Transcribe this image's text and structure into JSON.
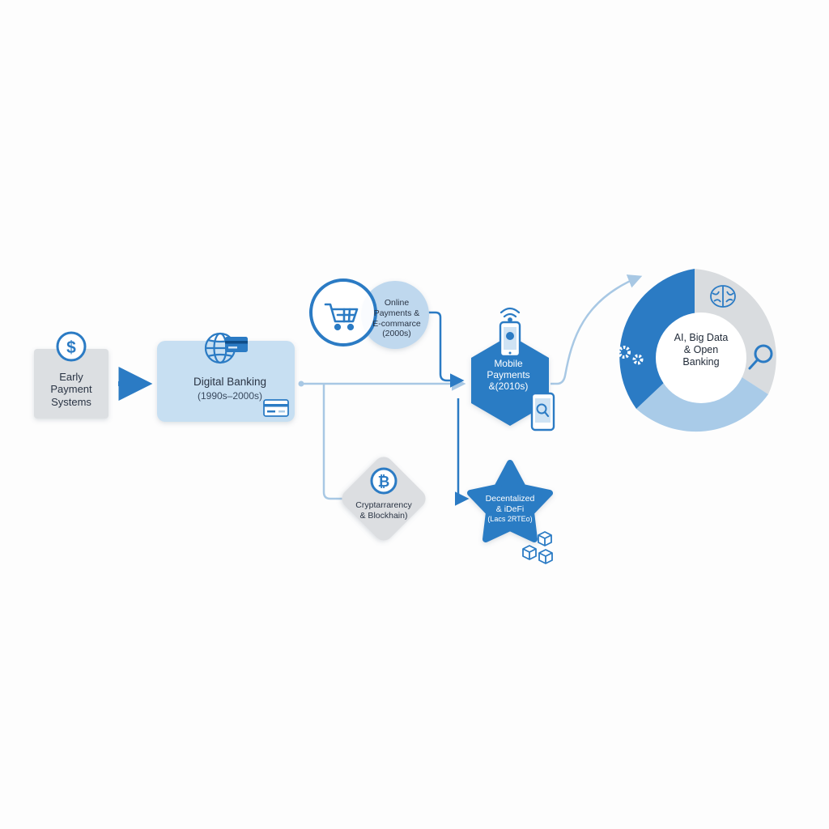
{
  "stages": {
    "early": {
      "lines": [
        "Early",
        "Payment",
        "Systems"
      ]
    },
    "digital": {
      "lines": [
        "Digital Banking",
        "(1990s–2000s)"
      ]
    },
    "online": {
      "lines": [
        "Online",
        "Payments &",
        "E-commarce",
        "(2000s)"
      ]
    },
    "mobile": {
      "lines": [
        "Mobile",
        "Payments",
        "&(2010s)"
      ]
    },
    "crypto": {
      "lines": [
        "Cryptarrarency",
        "& Blockhain)"
      ]
    },
    "defi": {
      "lines": [
        "Decentalized",
        "& iDeFi",
        "(Lacs 2RTEo)"
      ]
    },
    "ai": {
      "lines": [
        "AI, Big Data",
        "& Open",
        "Banking"
      ]
    }
  },
  "colors": {
    "primary": "#2b7bc4",
    "light": "#a9cbe8",
    "pale": "#c7dff2",
    "grey": "#d9dcdf",
    "connector": "#a8c8e4"
  },
  "icons": [
    "dollar-icon",
    "globe-icon",
    "credit-card-icon",
    "shopping-cart-icon",
    "bitcoin-icon",
    "wifi-icon",
    "smartphone-icon",
    "brain-icon",
    "gears-icon",
    "magnifier-icon",
    "blocks-icon"
  ]
}
